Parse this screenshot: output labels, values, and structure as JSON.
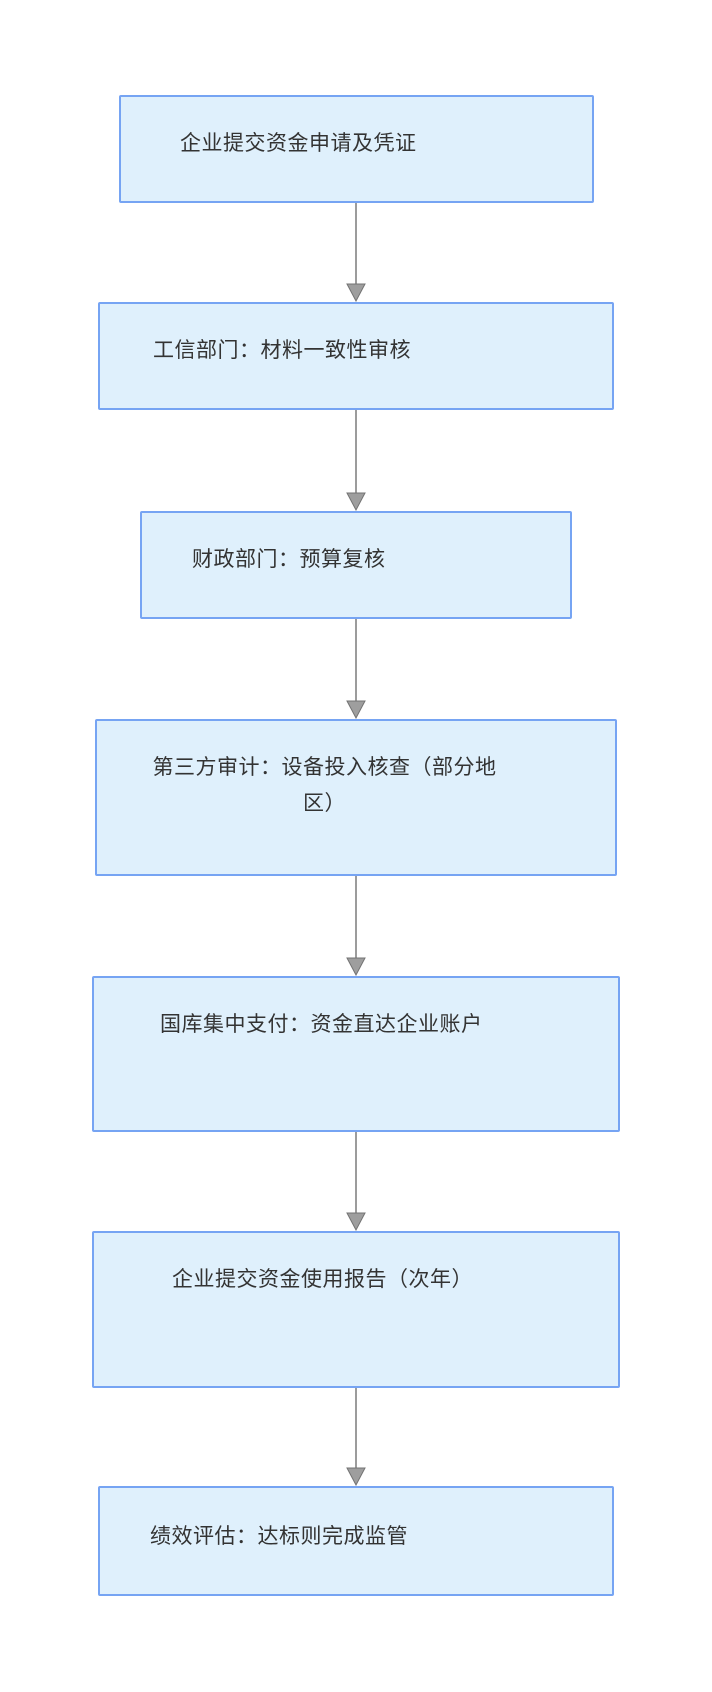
{
  "diagram": {
    "type": "flowchart",
    "direction": "top-down",
    "steps": [
      {
        "id": 1,
        "label": "企业提交资金申请及凭证"
      },
      {
        "id": 2,
        "label": "工信部门：材料一致性审核"
      },
      {
        "id": 3,
        "label": "财政部门：预算复核"
      },
      {
        "id": 4,
        "label": "第三方审计：设备投入核查（部分地\n区）"
      },
      {
        "id": 5,
        "label": "国库集中支付：资金直达企业账户"
      },
      {
        "id": 6,
        "label": "企业提交资金使用报告（次年）"
      },
      {
        "id": 7,
        "label": "绩效评估：达标则完成监管"
      }
    ],
    "connections": [
      {
        "from": 1,
        "to": 2
      },
      {
        "from": 2,
        "to": 3
      },
      {
        "from": 3,
        "to": 4
      },
      {
        "from": 4,
        "to": 5
      },
      {
        "from": 5,
        "to": 6
      },
      {
        "from": 6,
        "to": 7
      }
    ],
    "colors": {
      "node_fill": "#dff0fc",
      "node_border": "#76a4f3",
      "arrow": "#9c9c9c",
      "text": "#333333",
      "background": "#ffffff"
    }
  }
}
